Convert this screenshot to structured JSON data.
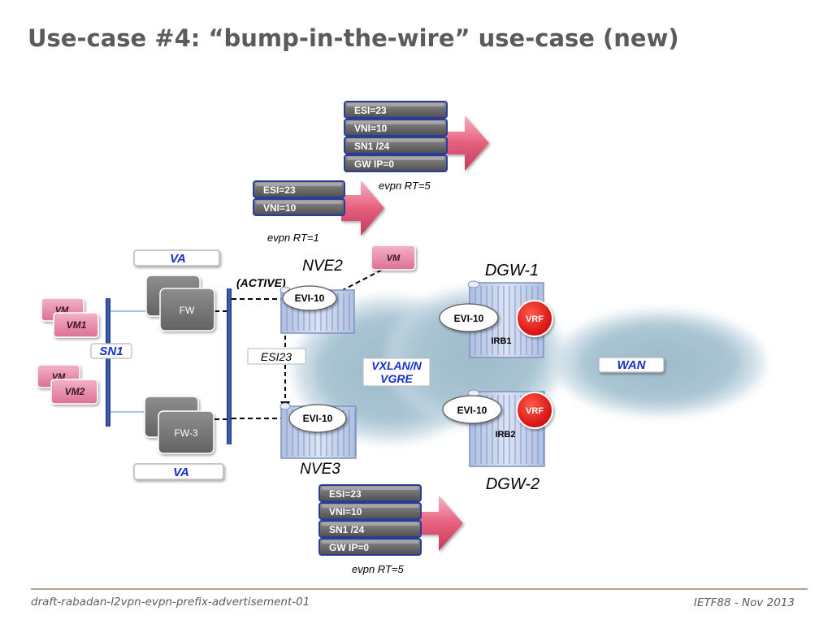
{
  "title": "Use-case #4: “bump-in-the-wire” use-case (new)",
  "footer": {
    "left": "draft-rabadan-l2vpn-evpn-prefix-advertisement-01",
    "right": "IETF88 - Nov 2013"
  },
  "diagram": {
    "route_top": {
      "rows": [
        "ESI=23",
        "VNI=10",
        "SN1 /24",
        "GW IP=0"
      ],
      "label": "evpn RT=5"
    },
    "route_mid": {
      "rows": [
        "ESI=23",
        "VNI=10"
      ],
      "label": "evpn RT=1"
    },
    "route_bottom": {
      "rows": [
        "ESI=23",
        "VNI=10",
        "SN1 /24",
        "GW IP=0"
      ],
      "label": "evpn RT=5"
    },
    "va_top": "VA",
    "va_bottom": "VA",
    "sn1": "SN1",
    "vm_group1": {
      "back": "VM",
      "front": "VM1"
    },
    "vm_group2": {
      "back": "VM",
      "front": "VM2"
    },
    "fw_top": "FW",
    "fw_bottom": "FW-3",
    "active": "(ACTIVE)",
    "esi23": "ESI23",
    "nve2": {
      "name": "NVE2",
      "evi": "EVI-10"
    },
    "nve3": {
      "name": "NVE3",
      "evi": "EVI-10"
    },
    "vm_top": "VM",
    "vxlan": "VXLAN/N\nVGRE",
    "wan": "WAN",
    "dgw1": {
      "name": "DGW-1",
      "evi": "EVI-10",
      "vrf": "VRF",
      "irb": "IRB1"
    },
    "dgw2": {
      "name": "DGW-2",
      "evi": "EVI-10",
      "vrf": "VRF",
      "irb": "IRB2"
    },
    "colors": {
      "title": "#5b5b5b",
      "blue_label": "#1530c8",
      "vrf_red": "#e01010",
      "cloud": "#a9c2d2",
      "route_box": "#6f6f6f",
      "route_border": "#283c9a",
      "vm_pink": "#e88aa8",
      "fw_gray": "#787878"
    }
  }
}
